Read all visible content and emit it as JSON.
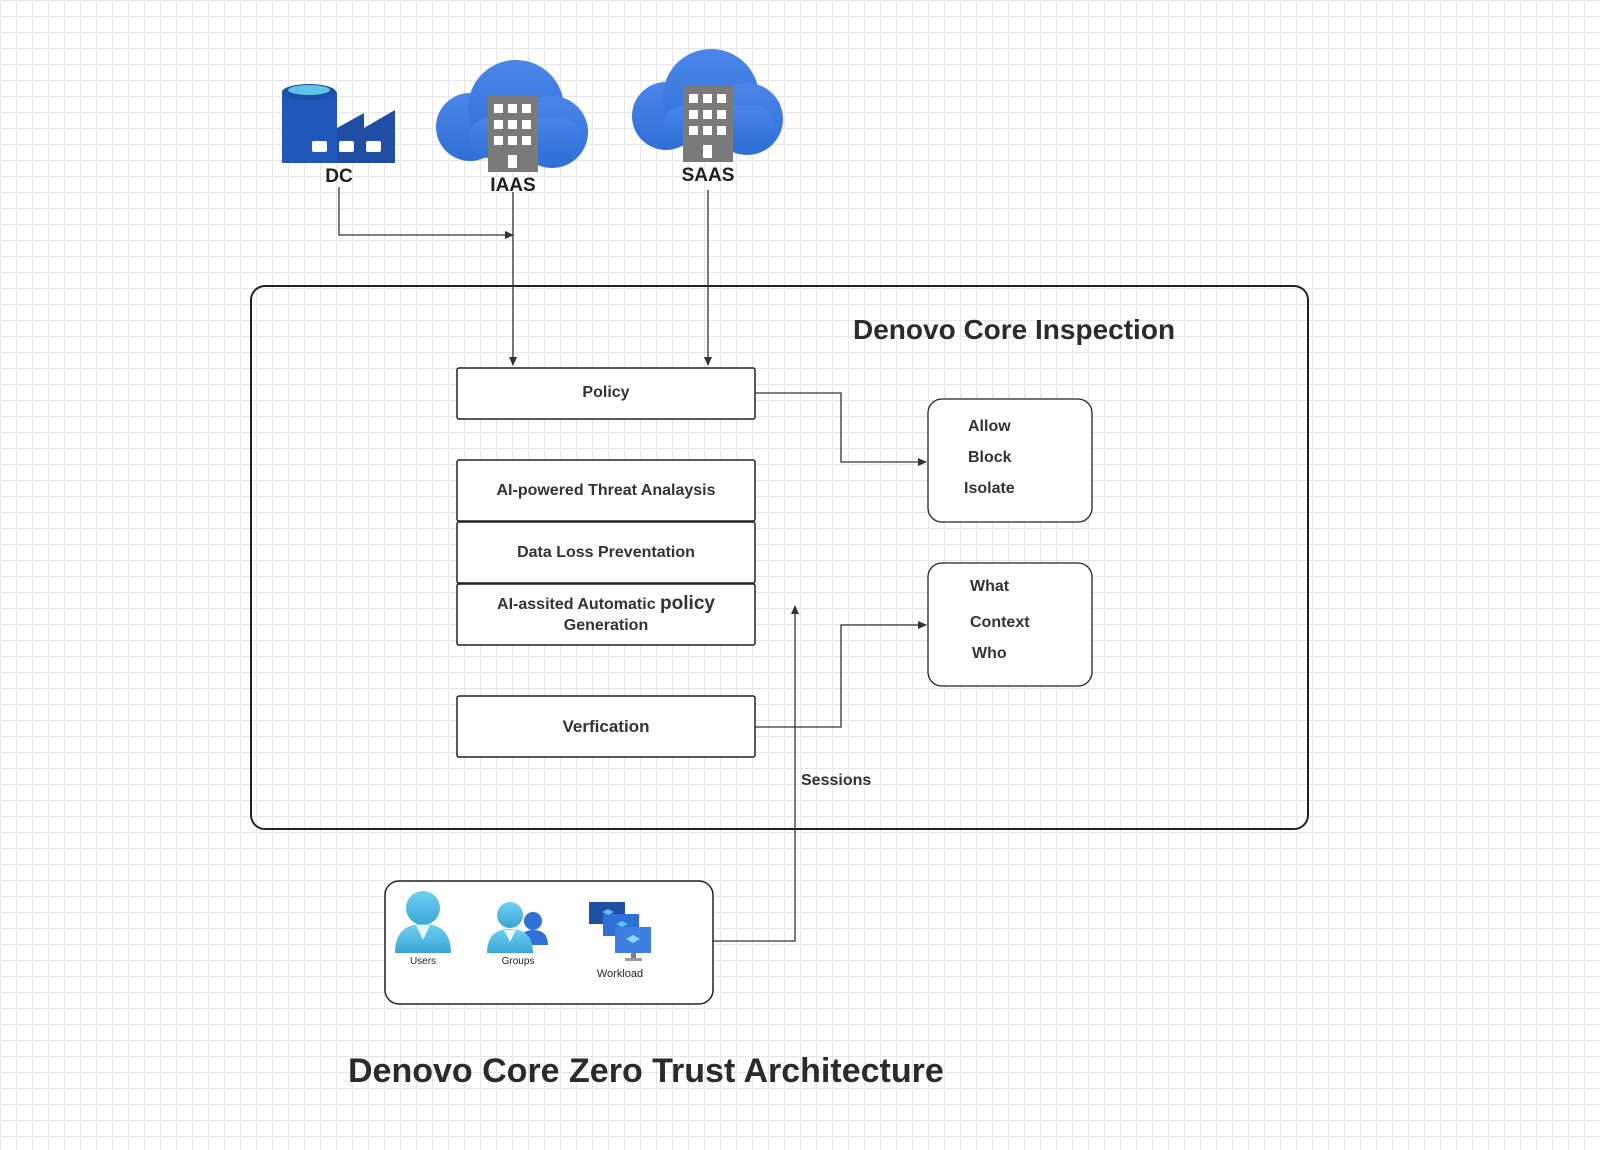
{
  "sources": {
    "dc": {
      "label": "DC",
      "icon": "factory-database-icon"
    },
    "iaas": {
      "label": "IAAS",
      "icon": "cloud-building-icon"
    },
    "saas": {
      "label": "SAAS",
      "icon": "cloud-building-icon"
    }
  },
  "inspection": {
    "title": "Denovo Core  Inspection",
    "policy": "Policy",
    "threat_analysis": "AI-powered Threat Analaysis",
    "dlp": "Data Loss Preventation",
    "policy_gen_line1_prefix": "AI-assited Automatic ",
    "policy_gen_line1_big": "policy",
    "policy_gen_line2": "Generation",
    "verification": "Verfication"
  },
  "actions": {
    "items": [
      "Allow",
      "Block",
      "Isolate"
    ]
  },
  "context": {
    "items": [
      "What",
      "Context",
      "Who"
    ]
  },
  "sessions_label": "Sessions",
  "identities": {
    "users": {
      "label": "Users",
      "icon": "user-icon"
    },
    "groups": {
      "label": "Groups",
      "icon": "group-icon"
    },
    "workload": {
      "label": "Workload",
      "icon": "workload-icon"
    }
  },
  "diagram_title": "Denovo Core Zero Trust  Architecture",
  "colors": {
    "icon_blue_dark": "#1f4ea3",
    "icon_blue": "#3f7fe0",
    "icon_blue_light": "#5aa0ee",
    "building_gray": "#7a7a7a",
    "person_cyan": "#5fc3ea",
    "line": "#333333"
  }
}
